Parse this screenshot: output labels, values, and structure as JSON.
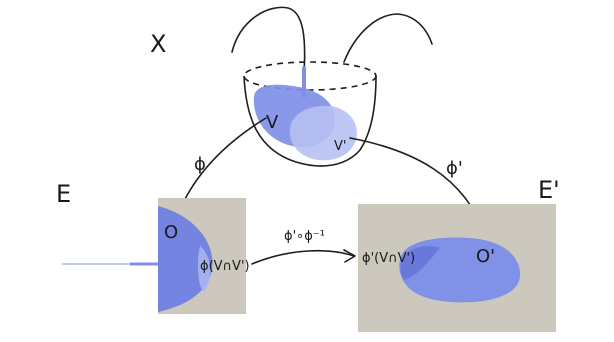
{
  "labels": {
    "space_x": "X",
    "space_e": "E",
    "space_e_prime": "E'",
    "set_v": "V",
    "set_v_prime": "V'",
    "map_phi": "ϕ",
    "map_phi_prime": "ϕ'",
    "transition": "ϕ'∘ϕ⁻¹",
    "origin_e": "O",
    "origin_e_prime": "O'",
    "image_in_e": "ϕ(V∩V')",
    "image_in_e_prime": "ϕ'(V∩V')"
  },
  "colors": {
    "box_fill": "#cdc8bd",
    "region_v": "#7f8fe6",
    "region_v_prime": "#a9b4ef",
    "region_image": "#6f7fdc",
    "ink": "#1e1e1e"
  }
}
